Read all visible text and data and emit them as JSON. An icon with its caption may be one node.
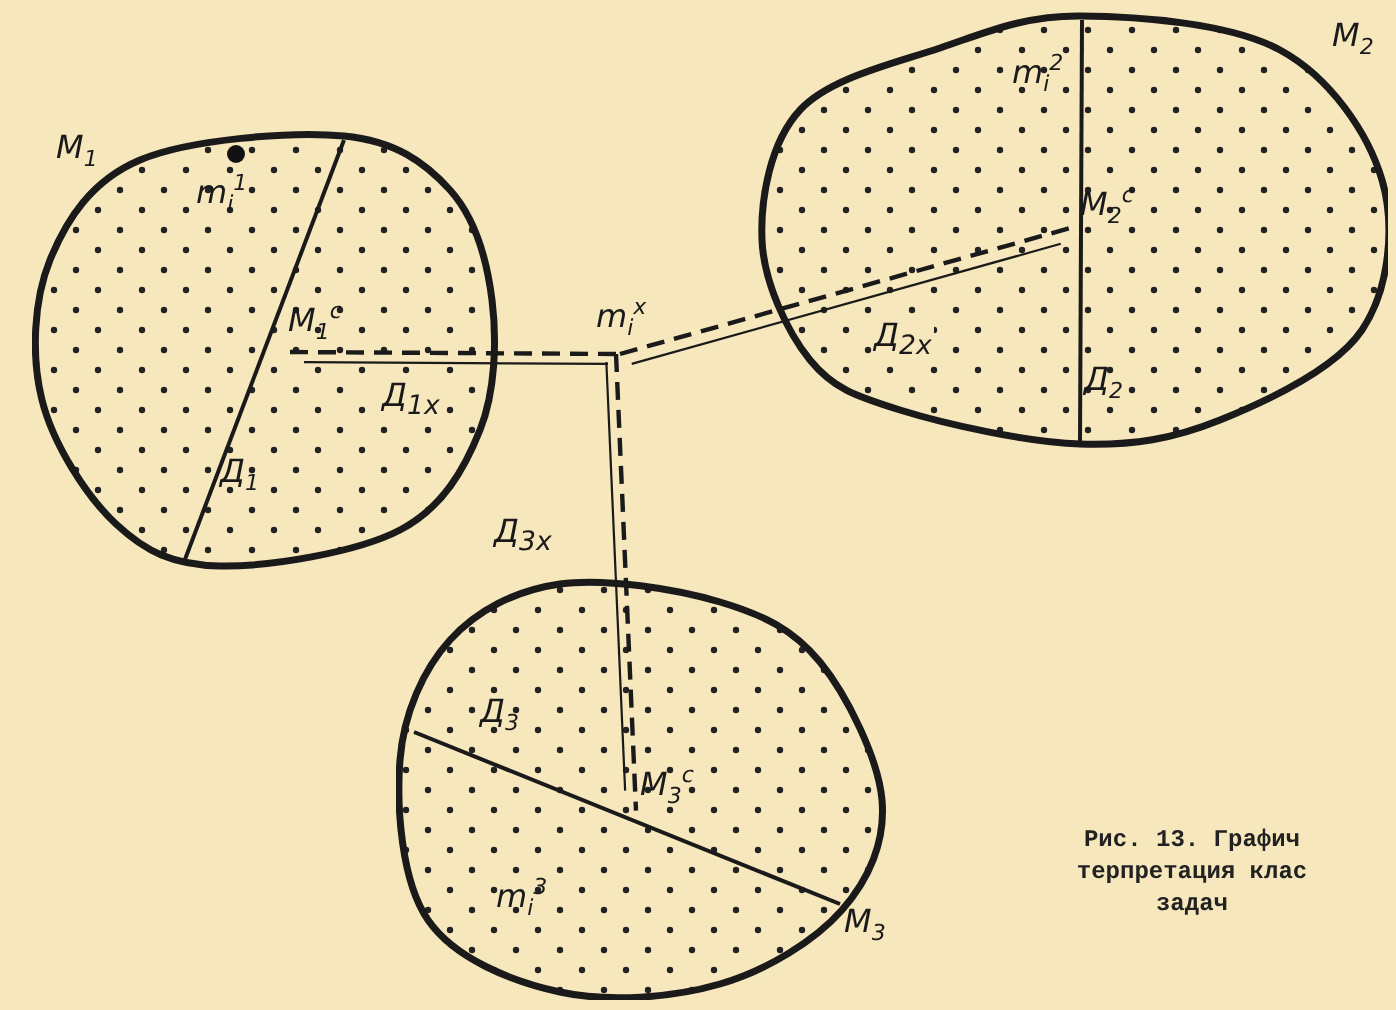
{
  "diagram": {
    "caption": "Рис. 13. Графич терпретация клас задач",
    "nodes": [
      {
        "text": [
          "M$_{1}$",
          "m$_{i}$$^{1}$",
          "Д$_{1}$"
        ]
      },
      {
        "text": [
          "M$_{2}$",
          "m$_{i}$$^{2}$",
          "Д$_{2}$"
        ]
      },
      {
        "text": [
          "Д$_{3}$",
          "m$_{i}$$^{3}$",
          "M$_{3}$"
        ]
      },
      {
        "text": [
          "m$_{i}$$^{x}$"
        ]
      },
      {
        "text": [
          "M$_{1}$$^{c}$"
        ],
        "in": 0
      },
      {
        "text": [
          "M$_{2}$$^{c}$"
        ],
        "in": 1
      },
      {
        "text": [
          "M$_{3}$$^{c}$"
        ],
        "in": 2
      }
    ],
    "edges": [
      {
        "from": 3,
        "to": 4,
        "arrow": "none",
        "label": "Д$_{1x}$",
        "style": "dashed"
      },
      {
        "from": 3,
        "to": 5,
        "arrow": "none",
        "label": "Д$_{2x}$",
        "style": "dashed"
      },
      {
        "from": 3,
        "to": 6,
        "arrow": "none",
        "label": "Д$_{3x}$",
        "style": "dashed"
      }
    ]
  }
}
